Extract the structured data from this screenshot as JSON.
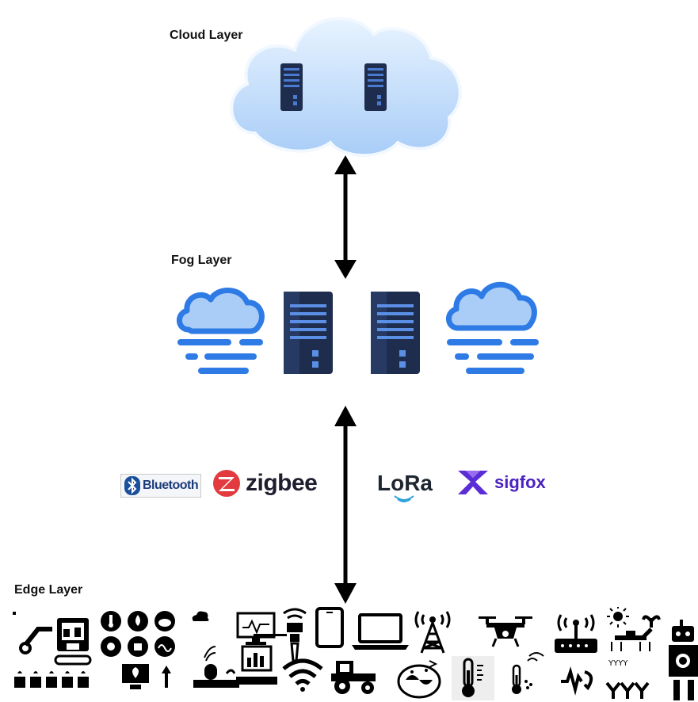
{
  "layers": {
    "cloud": "Cloud Layer",
    "fog": "Fog Layer",
    "edge": "Edge Layer"
  },
  "protocols": {
    "bluetooth": "Bluetooth",
    "zigbee": "zigbee",
    "lora": "LoRa",
    "sigfox": "sigfox"
  },
  "colors": {
    "cloud_fill": "#cfe6ff",
    "fog_blue": "#2f7be6",
    "server": "#1e2d4d",
    "zigbee_red": "#e23a3e",
    "sigfox_purple": "#5a2dd6"
  },
  "edge_icons": [
    "robot-arm-conveyor-icon",
    "sensor-hub-icon",
    "cloud-small-icon",
    "monitor-chart-icon",
    "antenna-probe-icon",
    "tablet-icon",
    "laptop-icon",
    "cell-tower-icon",
    "drone-icon",
    "router-icon",
    "farm-robot-icon",
    "sprouts-row-icon",
    "plant-monitor-icon",
    "greenhouse-robot-icon",
    "wifi-icon",
    "tractor-icon",
    "soil-sensor-icon",
    "thermometer-icon",
    "thermometer-signal-icon",
    "heartbeat-sensor-icon",
    "crop-row-icon",
    "robot-icon"
  ]
}
